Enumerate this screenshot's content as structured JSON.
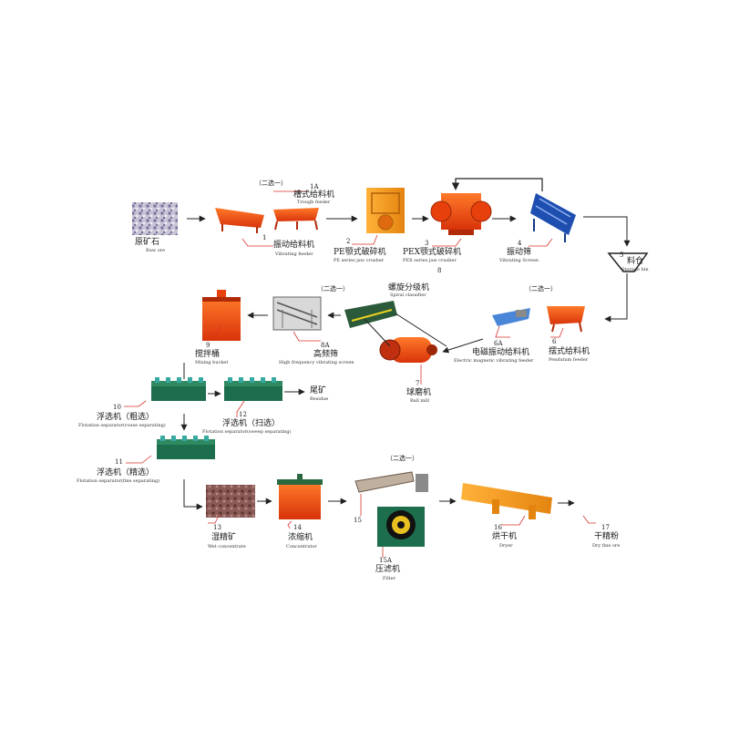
{
  "choice_label": "（二选一）",
  "steps": [
    {
      "id": "raw",
      "num": "",
      "zh": "原矿石",
      "en": "Raw ore"
    },
    {
      "id": "1A",
      "num": "1A",
      "zh": "槽式给料机",
      "en": "Trough feeder"
    },
    {
      "id": "1",
      "num": "1",
      "zh": "振动给料机",
      "en": "Vibrating feeder"
    },
    {
      "id": "2",
      "num": "2",
      "zh": "PE颚式破碎机",
      "en": "PE series jaw crusher"
    },
    {
      "id": "3",
      "num": "3",
      "zh": "PEX颚式破碎机",
      "en": "PEX series jaw crusher"
    },
    {
      "id": "8",
      "num": "8",
      "zh": "",
      "en": ""
    },
    {
      "id": "4",
      "num": "4",
      "zh": "振动筛",
      "en": "Vibrating Screen"
    },
    {
      "id": "5",
      "num": "5",
      "zh": "料仓",
      "en": "Storage bin"
    },
    {
      "id": "6",
      "num": "6",
      "zh": "摆式给料机",
      "en": "Pendulum feeder"
    },
    {
      "id": "6A",
      "num": "6A",
      "zh": "电磁振动给料机",
      "en": "Electric magnetic vibrating feeder"
    },
    {
      "id": "spiral",
      "num": "",
      "zh": "螺旋分级机",
      "en": "Spiral classifier"
    },
    {
      "id": "7",
      "num": "7",
      "zh": "球磨机",
      "en": "Ball mill"
    },
    {
      "id": "8A",
      "num": "8A",
      "zh": "高频筛",
      "en": "High frequency vibrating screen"
    },
    {
      "id": "9",
      "num": "9",
      "zh": "搅拌桶",
      "en": "Mixing bucket"
    },
    {
      "id": "10",
      "num": "10",
      "zh": "浮选机（粗选）",
      "en": "Flotation separator(rouse separating)"
    },
    {
      "id": "12",
      "num": "12",
      "zh": "浮选机（扫选）",
      "en": "Flotation separator(sweep separating)"
    },
    {
      "id": "res",
      "num": "",
      "zh": "尾矿",
      "en": "Residue"
    },
    {
      "id": "11",
      "num": "11",
      "zh": "浮选机（精选）",
      "en": "Flotation separator(fine separating)"
    },
    {
      "id": "13",
      "num": "13",
      "zh": "湿精矿",
      "en": "Wet concentrate"
    },
    {
      "id": "14",
      "num": "14",
      "zh": "浓缩机",
      "en": "Concentrator"
    },
    {
      "id": "15",
      "num": "15",
      "zh": "",
      "en": ""
    },
    {
      "id": "15A",
      "num": "15A",
      "zh": "压滤机",
      "en": "Filter"
    },
    {
      "id": "16",
      "num": "16",
      "zh": "烘干机",
      "en": "Dryer"
    },
    {
      "id": "17",
      "num": "17",
      "zh": "干精粉",
      "en": "Dry fine ore"
    }
  ],
  "colors": {
    "machine_orange": "#e8400c",
    "machine_yellow": "#f29a1a",
    "flotation_green": "#1d6e4c",
    "screen_blue": "#1e4fb0",
    "mill_orange": "#e8641c",
    "arrow": "#222222",
    "leader": "#d8332a"
  }
}
